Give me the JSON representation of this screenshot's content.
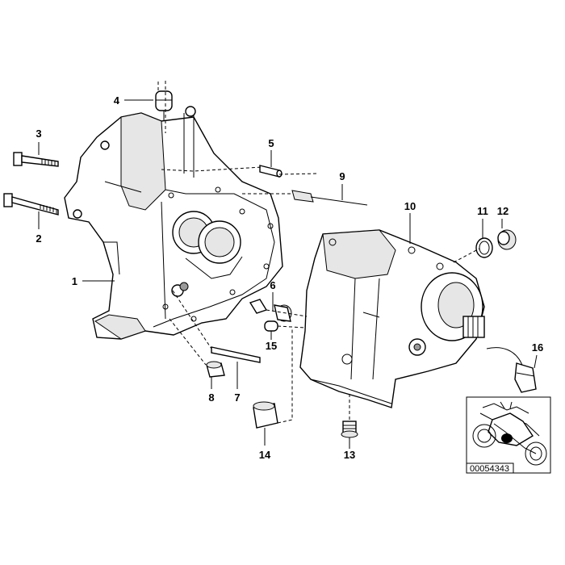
{
  "diagram": {
    "callouts": [
      {
        "num": "1"
      },
      {
        "num": "2"
      },
      {
        "num": "3"
      },
      {
        "num": "4"
      },
      {
        "num": "5"
      },
      {
        "num": "6"
      },
      {
        "num": "7"
      },
      {
        "num": "8"
      },
      {
        "num": "9"
      },
      {
        "num": "10"
      },
      {
        "num": "11"
      },
      {
        "num": "12"
      },
      {
        "num": "13"
      },
      {
        "num": "14"
      },
      {
        "num": "15"
      },
      {
        "num": "16"
      }
    ],
    "reference_code": "00054343"
  }
}
